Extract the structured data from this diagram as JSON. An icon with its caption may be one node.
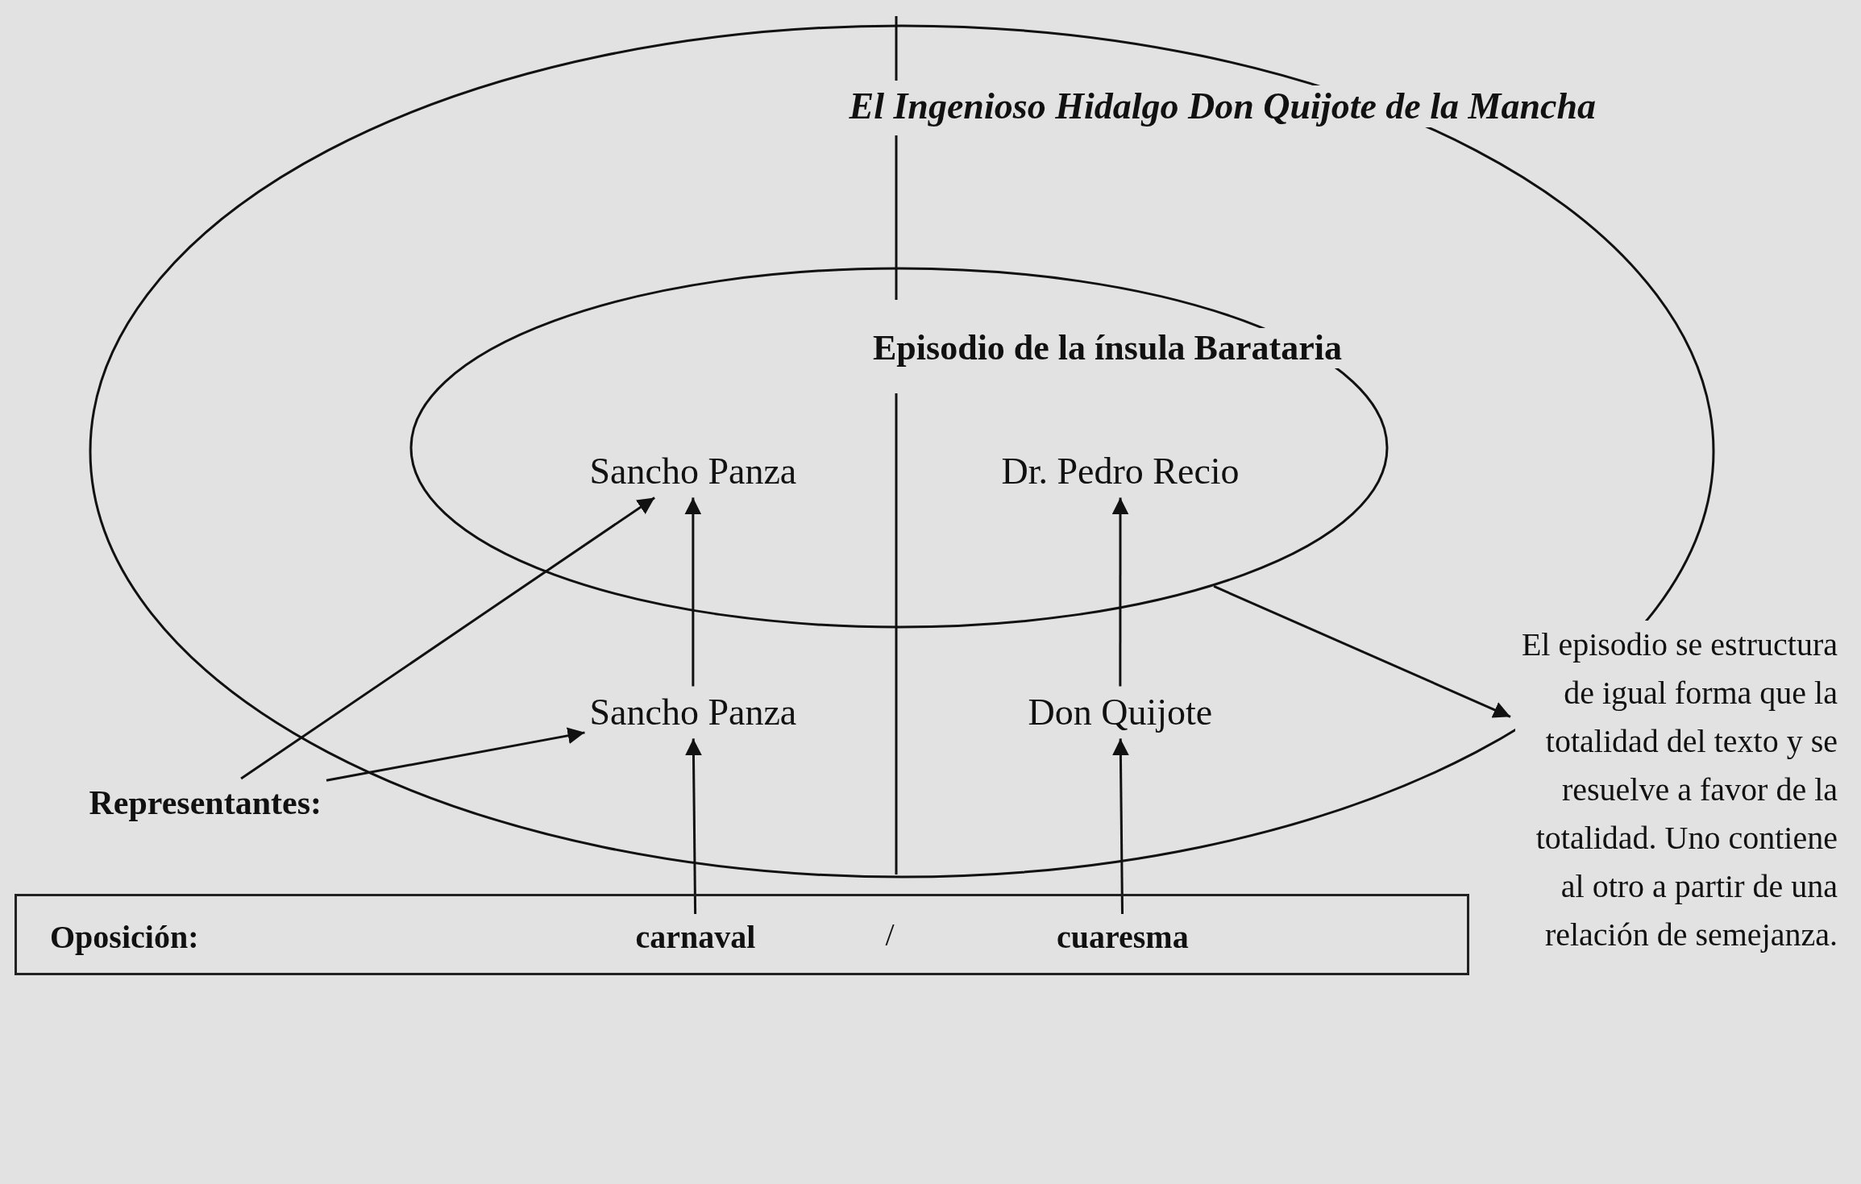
{
  "diagram": {
    "nodes": [
      {
        "text": [
          "El Ingenioso Hidalgo Don Quijote de la Mancha"
        ]
      },
      {
        "text": [
          "Episodio de la ínsula Barataria"
        ],
        "in": 0
      },
      {
        "text": [
          "Sancho Panza"
        ],
        "in": 1
      },
      {
        "text": [
          "Dr. Pedro Recio"
        ],
        "in": 1
      },
      {
        "text": [
          "Sancho Panza"
        ],
        "in": 0
      },
      {
        "text": [
          "Don Quijote"
        ],
        "in": 0
      },
      {
        "text": [
          "Oposición:"
        ]
      },
      {
        "text": [
          "carnaval"
        ],
        "in": 6
      },
      {
        "text": [
          "cuaresma"
        ],
        "in": 6
      },
      {
        "text": [
          "Representantes:"
        ]
      },
      {
        "text": [
          "El episodio se estructura de igual forma que la totalidad del texto y se resuelve a favor de la totalidad. Uno contiene al otro a partir de una relación de semejanza."
        ]
      }
    ],
    "edges": [
      {
        "from": 9,
        "to": 2,
        "arrow": "to"
      },
      {
        "from": 9,
        "to": 4,
        "arrow": "to"
      },
      {
        "from": 4,
        "to": 2,
        "arrow": "to"
      },
      {
        "from": 5,
        "to": 3,
        "arrow": "to"
      },
      {
        "from": 7,
        "to": 4,
        "arrow": "to"
      },
      {
        "from": 8,
        "to": 5,
        "arrow": "to"
      },
      {
        "from": 1,
        "to": 10,
        "arrow": "to"
      }
    ],
    "labels": [
      "/"
    ]
  }
}
